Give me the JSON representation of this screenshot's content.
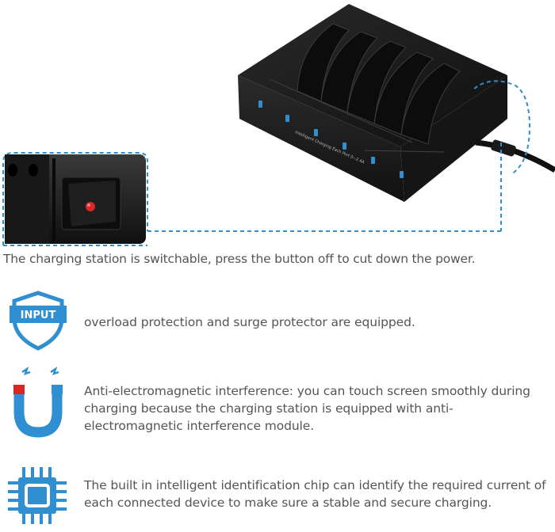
{
  "product": {
    "print_text": "Intelligent Charging Each Port 0~2.4A"
  },
  "caption": "The charging station is switchable, press the button off to cut down the power.",
  "features": [
    {
      "icon": "shield-icon",
      "badge": "INPUT",
      "text": "overload protection and surge protector are equipped."
    },
    {
      "icon": "magnet-icon",
      "text": "Anti-electromagnetic interference: you can touch screen smoothly during charging because the charging station is equipped with anti-electromagnetic interference module."
    },
    {
      "icon": "chip-icon",
      "text": "The built in intelligent identification chip can identify the required current of each connected device to make sure a stable and secure charging."
    }
  ],
  "colors": {
    "accent_blue": "#2f8fd0",
    "device_black": "#1b1b1b",
    "switch_red": "#d62828"
  }
}
